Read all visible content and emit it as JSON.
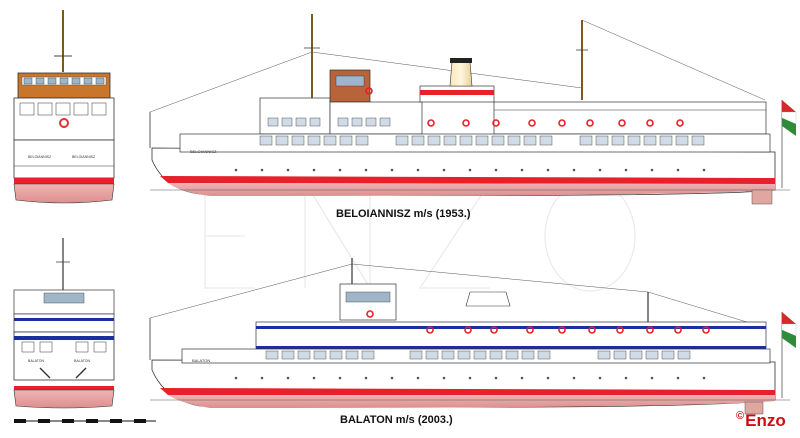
{
  "watermark": "ENZO",
  "ships": [
    {
      "id": "beloiannisz",
      "caption": "BELOIANNISZ m/s (1953.)",
      "hull_name_side": "BELOIANNISZ",
      "hull_name_stern": "BELOIANNISZ",
      "trim_color": "#e8202a",
      "flag": [
        "#d32a2a",
        "#ffffff",
        "#2e8b3a"
      ]
    },
    {
      "id": "balaton",
      "caption": "BALATON m/s (2003.)",
      "hull_name_side": "BALATON",
      "hull_name_stern": "BALATON",
      "trim_color": "#1a2fa0",
      "flag": [
        "#d32a2a",
        "#ffffff",
        "#2e8b3a"
      ]
    }
  ],
  "copyright": {
    "symbol": "©",
    "text": "Enzo",
    "color": "#cc1010"
  }
}
